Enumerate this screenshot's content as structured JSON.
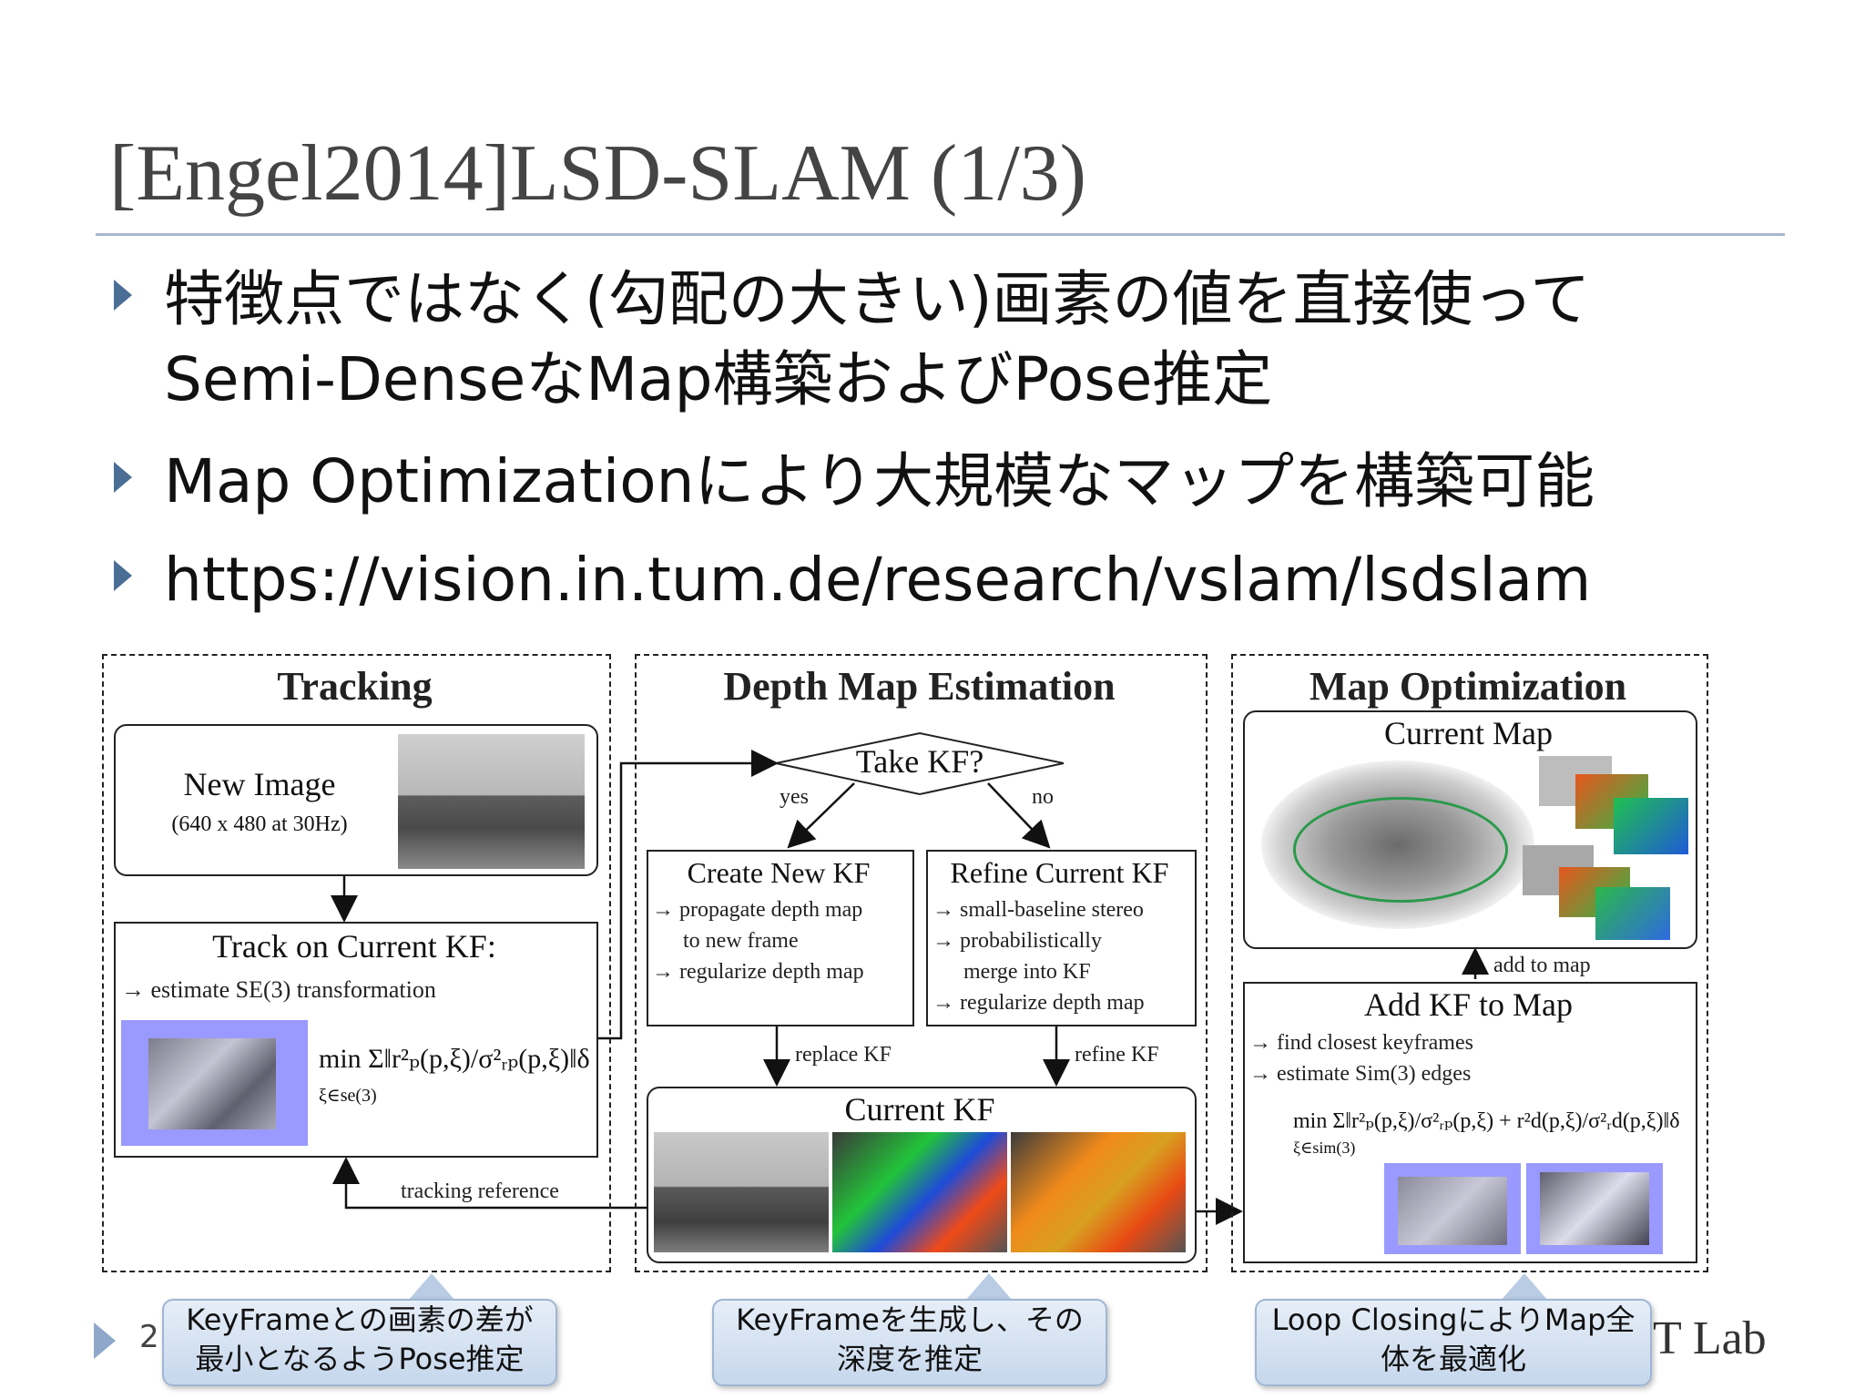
{
  "slide": {
    "title": "[Engel2014]LSD-SLAM (1/3)",
    "bullets": [
      "特徴点ではなく(勾配の大きい)画素の値を直接使って",
      "Semi-DenseなMap構築およびPose推定",
      "Map Optimizationにより大規模なマップを構築可能",
      "https://vision.in.tum.de/research/vslam/lsdslam"
    ],
    "page_number_partial": "2",
    "footer_partial": "T Lab"
  },
  "diagram": {
    "tracking": {
      "title": "Tracking",
      "new_image": "New Image",
      "new_image_spec": "(640 x 480 at 30Hz)",
      "track_title": "Track on Current KF:",
      "track_desc": "→ estimate SE(3) transformation",
      "formula": "min Σ‖r²ₚ(p,ξ)/σ²ᵣₚ(p,ξ)‖δ",
      "formula_sub": "ξ∈se(3)",
      "tracking_reference": "tracking reference"
    },
    "depth": {
      "title": "Depth Map Estimation",
      "decision": "Take KF?",
      "yes": "yes",
      "no": "no",
      "create_title": "Create New KF",
      "create_lines": [
        "→ propagate depth map",
        "to new frame",
        "→ regularize depth map"
      ],
      "refine_title": "Refine Current KF",
      "refine_lines": [
        "→ small-baseline stereo",
        "→ probabilistically",
        "merge into KF",
        "→ regularize depth map"
      ],
      "replace_kf": "replace KF",
      "refine_kf": "refine KF",
      "current_kf": "Current KF"
    },
    "mapopt": {
      "title": "Map Optimization",
      "current_map": "Current Map",
      "add_to_map": "add to map",
      "add_title": "Add KF to Map",
      "add_lines": [
        "→ find closest keyframes",
        "→ estimate Sim(3) edges"
      ],
      "formula": "min Σ‖r²ₚ(p,ξ)/σ²ᵣₚ(p,ξ) + r²d(p,ξ)/σ²ᵣd(p,ξ)‖δ",
      "formula_sub": "ξ∈sim(3)"
    }
  },
  "callouts": [
    "KeyFrameとの画素の差が",
    "最小となるようPose推定",
    "KeyFrameを生成し、その",
    "深度を推定",
    "Loop ClosingによりMap全",
    "体を最適化"
  ],
  "colors": {
    "title_rule": "#a9b8cf",
    "bullet_marker": "#4b6e96",
    "callout_bg": "#d6e3f2",
    "depth_image_blue": "#9999ff"
  }
}
